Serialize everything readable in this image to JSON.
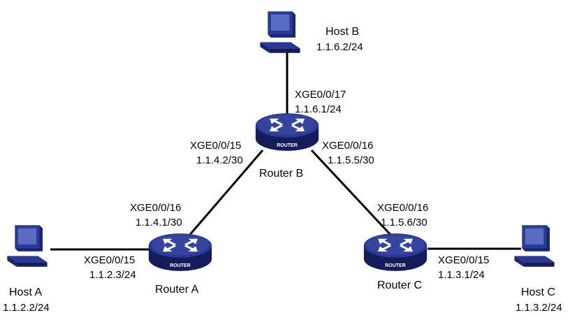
{
  "colors": {
    "router": "#24318a",
    "router_rim": "#141c5c",
    "host": "#24318a",
    "link": "#000000"
  },
  "routers": [
    {
      "id": "router-a",
      "label": "Router A",
      "badge": "ROUTER"
    },
    {
      "id": "router-b",
      "label": "Router B",
      "badge": "ROUTER"
    },
    {
      "id": "router-c",
      "label": "Router C",
      "badge": "ROUTER"
    }
  ],
  "hosts": [
    {
      "id": "host-a",
      "label": "Host A",
      "ip": "1.1.2.2/24"
    },
    {
      "id": "host-b",
      "label": "Host B",
      "ip": "1.1.6.2/24"
    },
    {
      "id": "host-c",
      "label": "Host C",
      "ip": "1.1.3.2/24"
    }
  ],
  "interfaces": {
    "b_host": {
      "port": "XGE0/0/17",
      "ip": "1.1.6.1/24"
    },
    "b_to_a": {
      "port": "XGE0/0/15",
      "ip": "1.1.4.2/30"
    },
    "b_to_c": {
      "port": "XGE0/0/16",
      "ip": "1.1.5.5/30"
    },
    "a_to_b": {
      "port": "XGE0/0/16",
      "ip": "1.1.4.1/30"
    },
    "a_host": {
      "port": "XGE0/0/15",
      "ip": "1.1.2.3/24"
    },
    "c_to_b": {
      "port": "XGE0/0/16",
      "ip": "1.1.5.6/30"
    },
    "c_host": {
      "port": "XGE0/0/15",
      "ip": "1.1.3.1/24"
    }
  }
}
